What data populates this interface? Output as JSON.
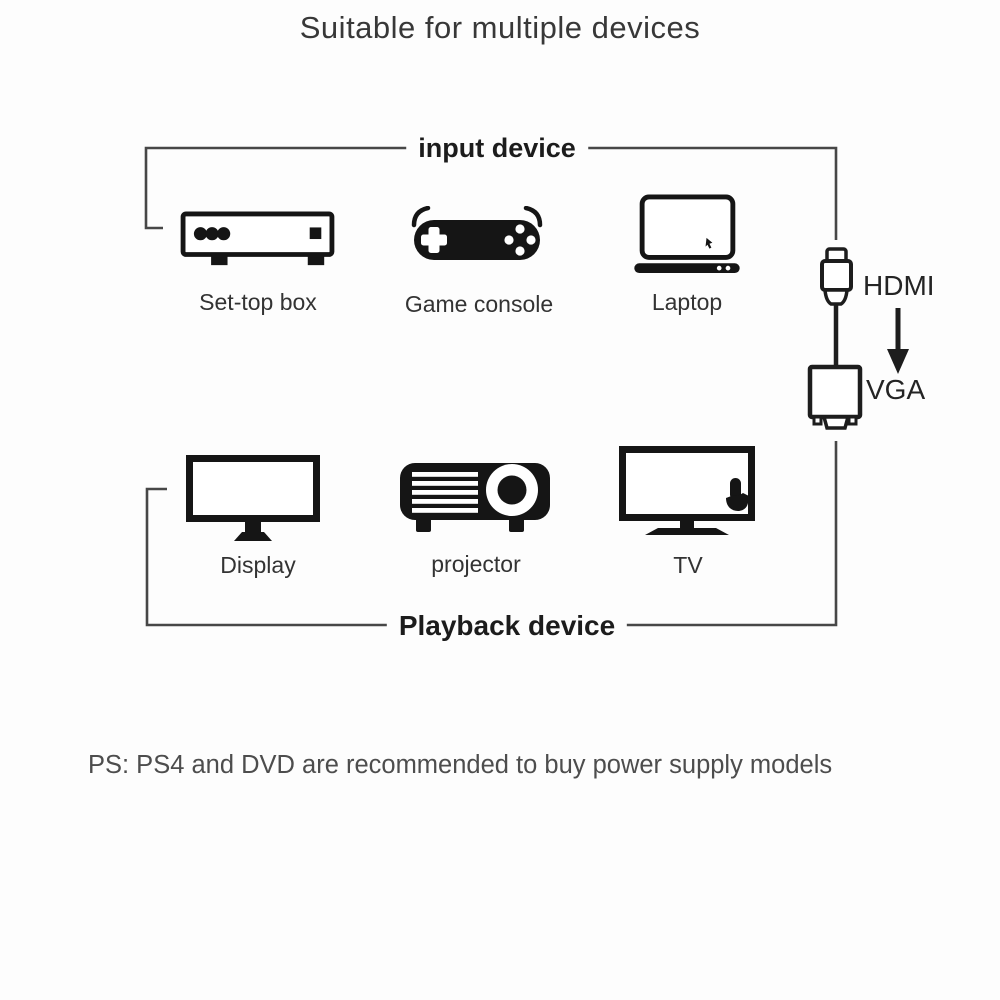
{
  "title": "Suitable for multiple devices",
  "sections": {
    "input": "input device",
    "playback": "Playback device"
  },
  "input_devices": [
    {
      "label": "Set-top box",
      "icon": "set-top-box-icon"
    },
    {
      "label": "Game console",
      "icon": "game-console-icon"
    },
    {
      "label": "Laptop",
      "icon": "laptop-icon"
    }
  ],
  "playback_devices": [
    {
      "label": "Display",
      "icon": "display-icon"
    },
    {
      "label": "projector",
      "icon": "projector-icon"
    },
    {
      "label": "TV",
      "icon": "tv-icon"
    }
  ],
  "adapter": {
    "input_connector": "HDMI",
    "output_connector": "VGA",
    "direction": "down-arrow"
  },
  "note": "PS: PS4 and DVD are recommended to buy power supply models",
  "colors": {
    "icon": "#151515",
    "line": "#474747",
    "heading": "#1c1c1c",
    "label": "#333333",
    "note": "#4d4d4d",
    "title": "#383838",
    "background": "#fdfdfd"
  }
}
